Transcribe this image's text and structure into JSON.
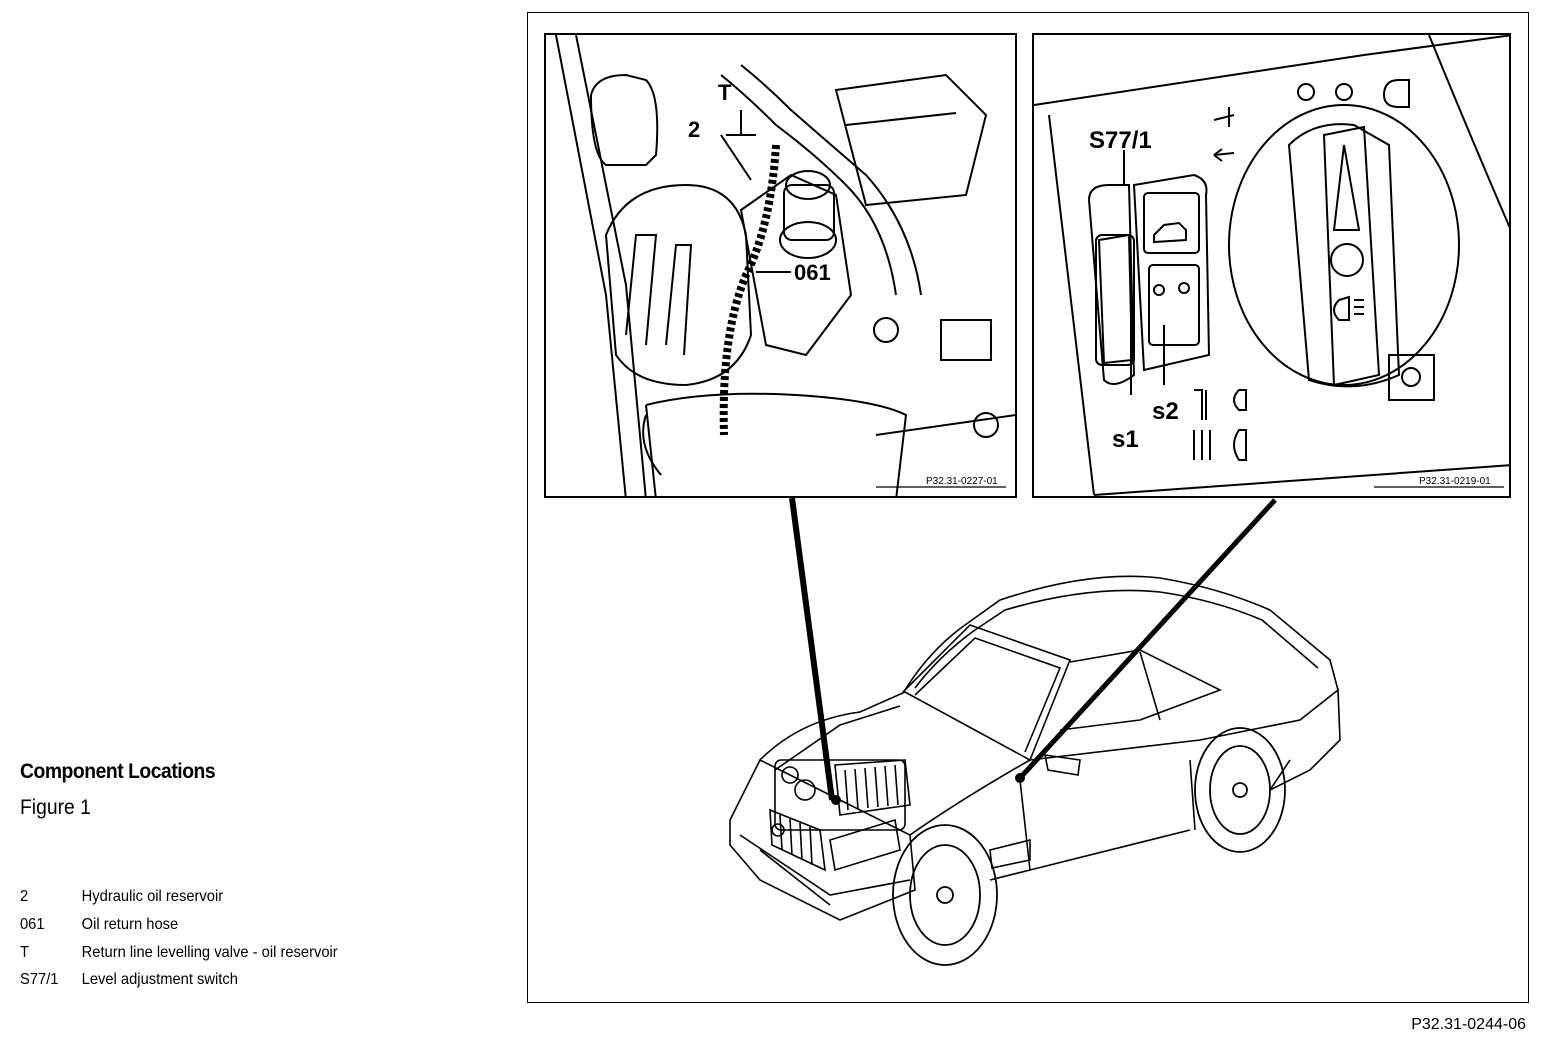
{
  "legend": {
    "title": "Component Locations",
    "subtitle": "Figure 1",
    "items": [
      {
        "code": "2",
        "desc": "Hydraulic oil reservoir"
      },
      {
        "code": "061",
        "desc": "Oil return hose"
      },
      {
        "code": "T",
        "desc": "Return line levelling valve - oil reservoir"
      },
      {
        "code": "S77/1",
        "desc": "Level adjustment switch"
      }
    ]
  },
  "panel_left": {
    "label_2": "2",
    "label_T": "T",
    "label_061": "061",
    "ref": "P32.31-0227-01"
  },
  "panel_right": {
    "label_switch": "S77/1",
    "label_s1": "s1",
    "label_s2": "s2",
    "ref": "P32.31-0219-01"
  },
  "figure_ref": "P32.31-0244-06"
}
